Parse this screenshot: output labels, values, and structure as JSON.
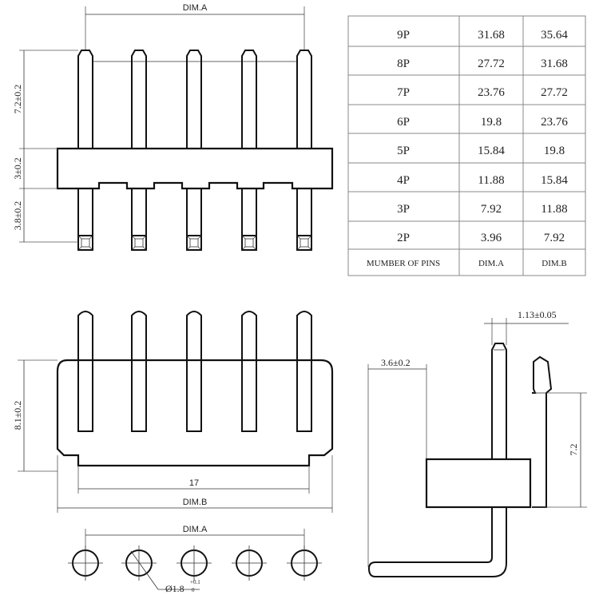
{
  "top_view": {
    "dim_a_label": "DIM.A",
    "pin_height_label": "7.2±0.2",
    "body_height_label": "3±0.2",
    "tail_height_label": "3.8±0.2"
  },
  "front_view": {
    "housing_height_label": "8.1±0.2",
    "inner_width_label": "17",
    "dim_b_label": "DIM.B"
  },
  "side_view": {
    "pin_width_label": "1.13±0.05",
    "offset_label": "3.6±0.2",
    "height_label": "7.2"
  },
  "hole_pattern": {
    "dim_a_label": "DIM.A",
    "hole_diameter_label": "Ø1.8",
    "tolerance_upper": "+0.1",
    "tolerance_lower": "0"
  },
  "dimension_table": {
    "headers": [
      "MUMBER OF PINS",
      "DIM.A",
      "DIM.B"
    ],
    "rows": [
      [
        "9P",
        "31.68",
        "35.64"
      ],
      [
        "8P",
        "27.72",
        "31.68"
      ],
      [
        "7P",
        "23.76",
        "27.72"
      ],
      [
        "6P",
        "19.8",
        "23.76"
      ],
      [
        "5P",
        "15.84",
        "19.8"
      ],
      [
        "4P",
        "11.88",
        "15.84"
      ],
      [
        "3P",
        "7.92",
        "11.88"
      ],
      [
        "2P",
        "3.96",
        "7.92"
      ]
    ]
  }
}
